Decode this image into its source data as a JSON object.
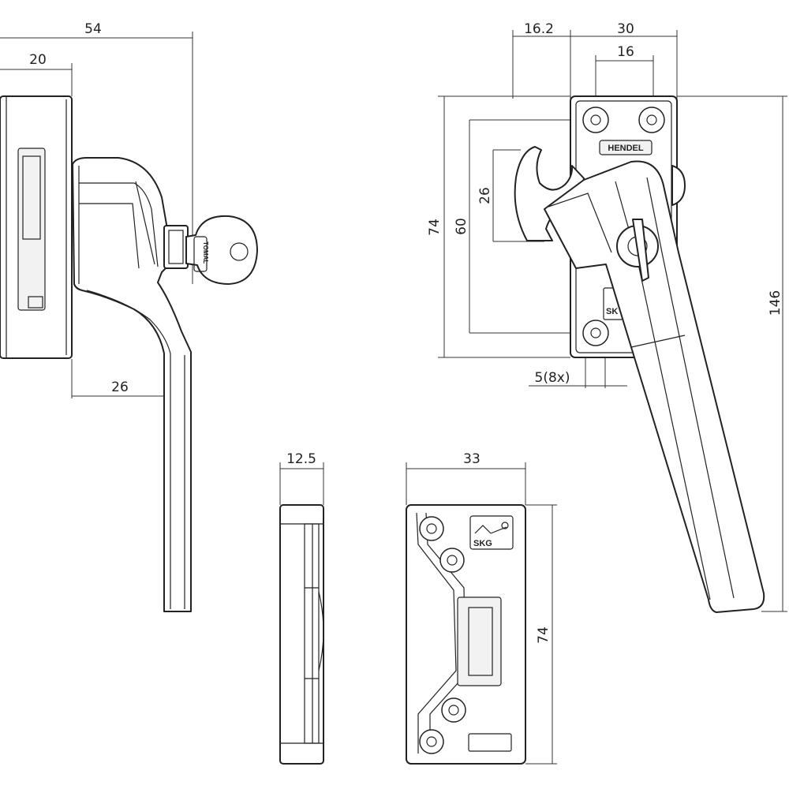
{
  "dimensions": {
    "side_view": {
      "overall_depth": "54",
      "base_depth": "20",
      "handle_offset": "26"
    },
    "front_view": {
      "hook_offset": "16.2",
      "plate_width": "30",
      "hole_spacing_h": "16",
      "plate_height": "74",
      "hole_spacing_v": "60",
      "hook_height": "26",
      "overall_height": "146",
      "hole_diameter": "5(8x)"
    },
    "keeper_side": {
      "depth": "12.5"
    },
    "keeper_front": {
      "width": "33",
      "height": "74"
    }
  },
  "labels": {
    "handle_brand": "HENDEL",
    "key_brand": "TOMAL",
    "handle_mark": "SK",
    "keeper_mark": "SKG"
  }
}
